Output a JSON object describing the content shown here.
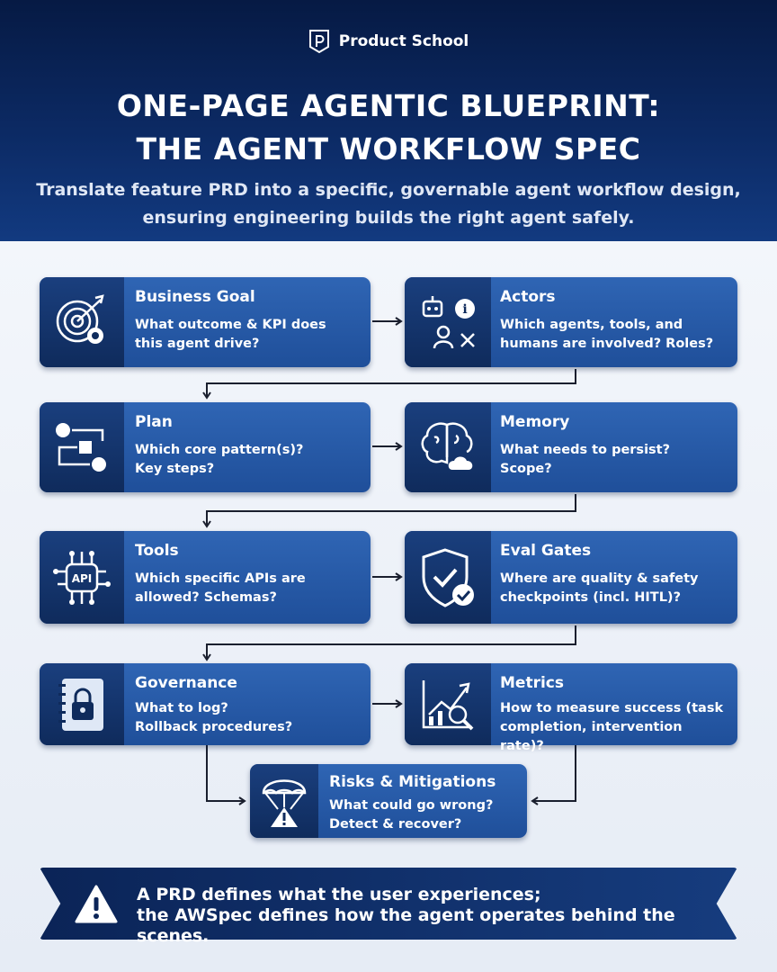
{
  "brand": {
    "name": "Product School"
  },
  "header": {
    "title_line1": "ONE-PAGE AGENTIC BLUEPRINT:",
    "title_line2": "THE AGENT WORKFLOW SPEC",
    "subtitle": "Translate feature PRD into a specific, governable agent workflow design, ensuring engineering builds the right agent safely."
  },
  "cards": {
    "business_goal": {
      "title": "Business Goal",
      "desc": "What outcome & KPI does\nthis agent drive?",
      "icon": "target-gear-icon"
    },
    "actors": {
      "title": "Actors",
      "desc": "Which agents, tools, and\nhumans are involved? Roles?",
      "icon": "robot-person-tools-icon"
    },
    "plan": {
      "title": "Plan",
      "desc": "Which core pattern(s)?\nKey steps?",
      "icon": "workflow-icon"
    },
    "memory": {
      "title": "Memory",
      "desc": "What needs to persist?\nScope?",
      "icon": "brain-cloud-icon"
    },
    "tools": {
      "title": "Tools",
      "desc": "Which specific APIs are\nallowed? Schemas?",
      "icon": "api-chip-icon",
      "icon_label": "API"
    },
    "eval_gates": {
      "title": "Eval Gates",
      "desc": "Where are quality & safety\ncheckpoints (incl. HITL)?",
      "icon": "shield-check-icon"
    },
    "governance": {
      "title": "Governance",
      "desc": "What to log?\nRollback procedures?",
      "icon": "lock-notebook-icon"
    },
    "metrics": {
      "title": "Metrics",
      "desc": "How to measure success (task\ncompletion, intervention rate)?",
      "icon": "chart-magnifier-icon"
    },
    "risks": {
      "title": "Risks & Mitigations",
      "desc": "What could go wrong?\nDetect & recover?",
      "icon": "parachute-warning-icon"
    }
  },
  "banner": {
    "line1": "A PRD defines what the user experiences;",
    "line2": "the AWSpec defines how the agent operates behind the scenes.",
    "icon": "warning-icon"
  },
  "colors": {
    "header_dark": "#061a44",
    "card_blue": "#2a5eae",
    "icon_box": "#0f2b5c",
    "connector": "#1a1f2e"
  }
}
